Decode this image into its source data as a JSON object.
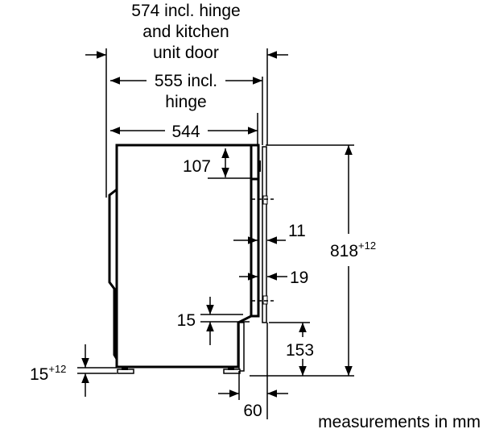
{
  "dimensions": {
    "width_574": {
      "line1": "574 incl. hinge",
      "line2": "and kitchen",
      "line3": "unit door"
    },
    "width_555": {
      "line1": "555 incl.",
      "line2": "hinge"
    },
    "width_544": "544",
    "top_panel_107": "107",
    "gap_11": "11",
    "gap_19": "19",
    "base_15": "15",
    "height_818": {
      "value": "818",
      "tolerance": "+12"
    },
    "plinth_153": "153",
    "feet_15": {
      "value": "15",
      "tolerance": "+12"
    },
    "depth_60": "60"
  },
  "note": "measurements in mm"
}
